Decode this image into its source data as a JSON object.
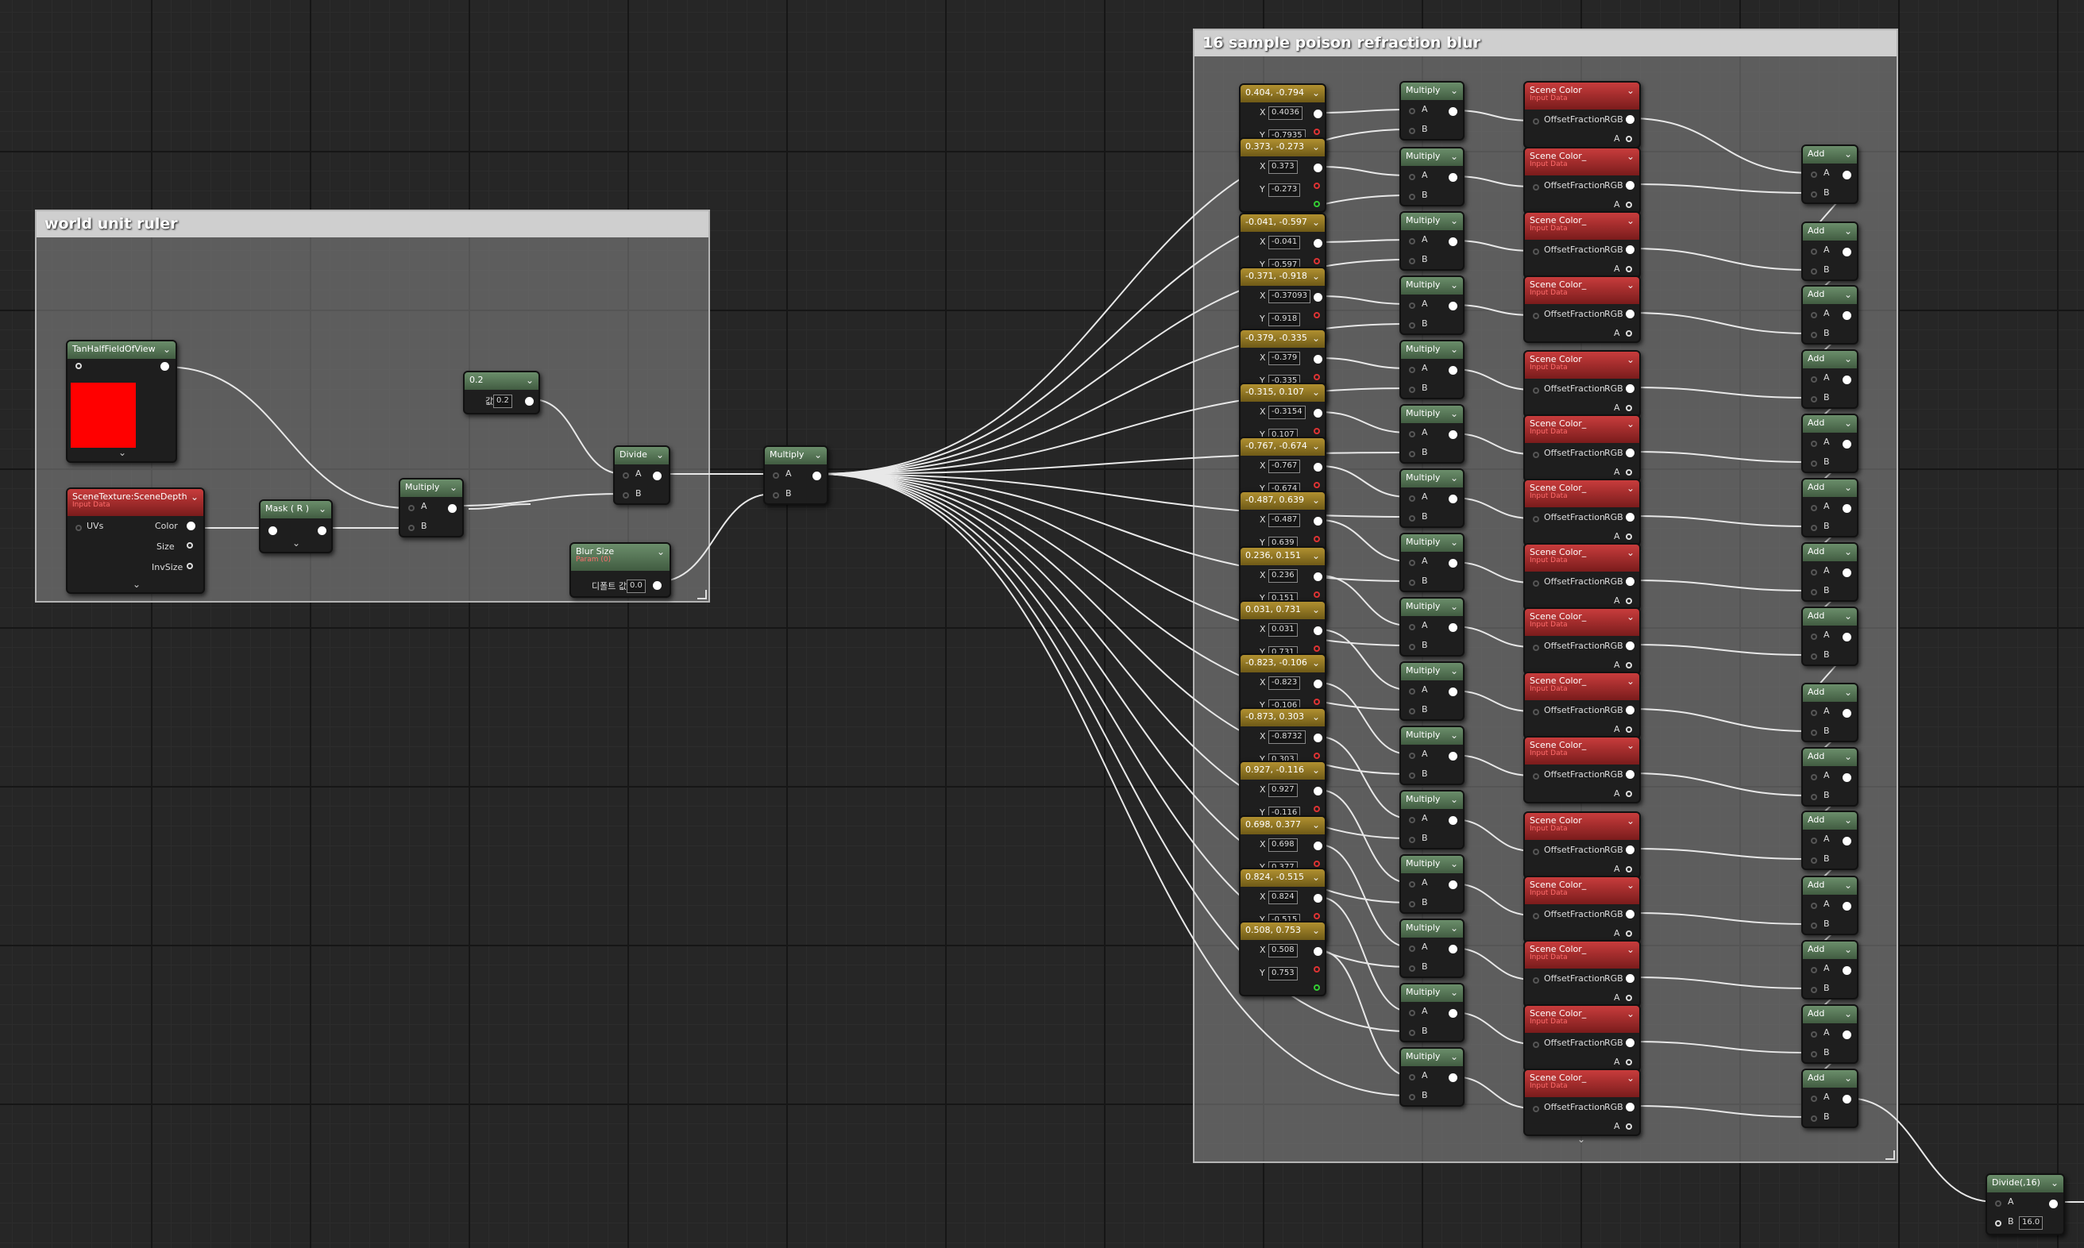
{
  "comments": {
    "world_unit_ruler": "world unit ruler",
    "poison_blur": "16 sample poison refraction blur"
  },
  "ruler_nodes": {
    "tan_half_fov": {
      "title": "TanHalfFieldOfView",
      "preview_color": "#ff0000"
    },
    "scene_depth": {
      "title": "SceneTexture:SceneDepth",
      "subtitle": "Input Data",
      "input": "UVs",
      "outputs": [
        "Color",
        "Size",
        "InvSize"
      ]
    },
    "mask": {
      "title": "Mask ( R )"
    },
    "multiply": {
      "title": "Multiply",
      "pin_a": "A",
      "pin_b": "B"
    },
    "constant": {
      "title": "0.2",
      "pin_label": "값",
      "value": "0.2"
    },
    "divide": {
      "title": "Divide",
      "pin_a": "A",
      "pin_b": "B"
    },
    "blur_size": {
      "title": "Blur Size",
      "subtitle": "Param (0)",
      "pin_label": "디폴트 값",
      "value": "0.0"
    }
  },
  "center_multiply": {
    "title": "Multiply",
    "pin_a": "A",
    "pin_b": "B"
  },
  "samples": [
    {
      "title": "0.404, -0.794",
      "x": "0.4036",
      "y": "-0.7935"
    },
    {
      "title": "0.373, -0.273",
      "x": "0.373",
      "y": "-0.273"
    },
    {
      "title": "-0.041, -0.597",
      "x": "-0.041",
      "y": "-0.597"
    },
    {
      "title": "-0.371, -0.918",
      "x": "-0.37093",
      "y": "-0.918"
    },
    {
      "title": "-0.379, -0.335",
      "x": "-0.379",
      "y": "-0.335"
    },
    {
      "title": "-0.315, 0.107",
      "x": "-0.3154",
      "y": "0.107"
    },
    {
      "title": "-0.767, -0.674",
      "x": "-0.767",
      "y": "-0.674"
    },
    {
      "title": "-0.487, 0.639",
      "x": "-0.487",
      "y": "0.639"
    },
    {
      "title": "0.236, 0.151",
      "x": "0.236",
      "y": "0.151"
    },
    {
      "title": "0.031, 0.731",
      "x": "0.031",
      "y": "0.731"
    },
    {
      "title": "-0.823, -0.106",
      "x": "-0.823",
      "y": "-0.106"
    },
    {
      "title": "-0.873, 0.303",
      "x": "-0.8732",
      "y": "0.303"
    },
    {
      "title": "0.927, -0.116",
      "x": "0.927",
      "y": "-0.116"
    },
    {
      "title": "0.698, 0.377",
      "x": "0.698",
      "y": "0.377"
    },
    {
      "title": "0.824, -0.515",
      "x": "0.824",
      "y": "-0.515"
    },
    {
      "title": "0.508, 0.753",
      "x": "0.508",
      "y": "0.753"
    }
  ],
  "sample_labels": {
    "x": "X",
    "y": "Y"
  },
  "multiply_node": {
    "title": "Multiply",
    "pin_a": "A",
    "pin_b": "B"
  },
  "scene_color_titles": [
    "Scene Color",
    "Scene Color_",
    "Scene Color_",
    "Scene Color_",
    "Scene Color",
    "Scene Color_",
    "Scene Color_",
    "Scene Color_",
    "Scene Color_",
    "Scene Color_",
    "Scene Color_",
    "Scene Color",
    "Scene Color_",
    "Scene Color_",
    "Scene Color_",
    "Scene Color_"
  ],
  "scene_color": {
    "subtitle": "Input Data",
    "input": "OffsetFraction",
    "out_rgb": "RGB",
    "out_a": "A"
  },
  "add_node": {
    "title": "Add",
    "pin_a": "A",
    "pin_b": "B"
  },
  "divide16": {
    "title": "Divide(,16)",
    "pin_a": "A",
    "pin_b": "B",
    "value": "16.0"
  }
}
